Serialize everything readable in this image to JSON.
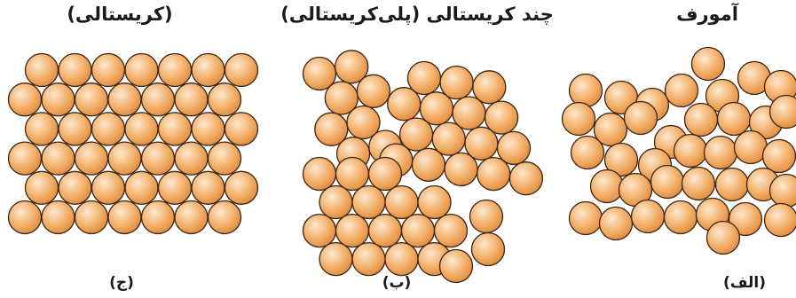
{
  "colors": {
    "sphere_highlight": "#fde8cf",
    "sphere_mid": "#f4b36f",
    "sphere_edge": "#e08a3a",
    "sphere_outline": "#3a2414",
    "label_text": "#1a1a1a"
  },
  "panels": [
    {
      "id": "crystalline",
      "title": "(کریستالی)",
      "caption": "(ج)"
    },
    {
      "id": "polycrystalline",
      "title": "چند کریستالی (پلی‌کریستالی)",
      "caption": "(ب)"
    },
    {
      "id": "amorphous",
      "title": "آمورف",
      "caption": "(الف)"
    }
  ]
}
